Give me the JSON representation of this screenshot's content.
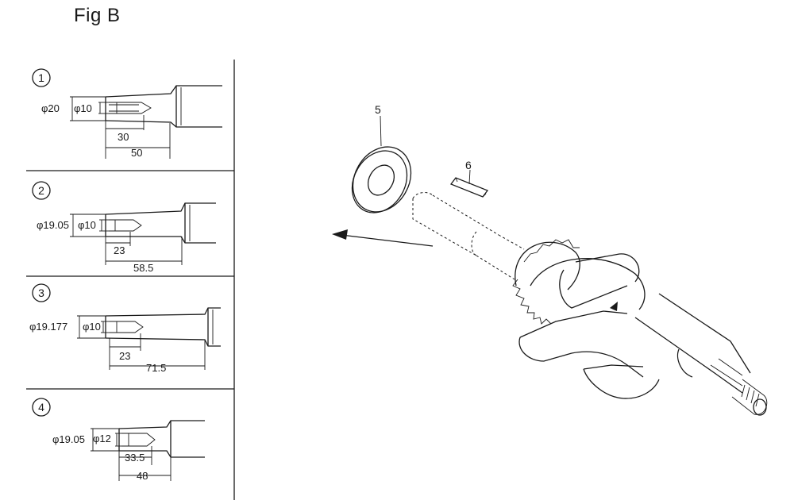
{
  "figure": {
    "title": "Fig B"
  },
  "variants": [
    {
      "index": "1",
      "outer_dia": "φ20",
      "inner_dia": "φ10",
      "dim_short": "30",
      "dim_long": "50"
    },
    {
      "index": "2",
      "outer_dia": "φ19.05",
      "inner_dia": "φ10",
      "dim_short": "23",
      "dim_long": "58.5"
    },
    {
      "index": "3",
      "outer_dia": "φ19.177",
      "inner_dia": "φ10",
      "dim_short": "23",
      "dim_long": "71.5"
    },
    {
      "index": "4",
      "outer_dia": "φ19.05",
      "inner_dia": "φ12",
      "dim_short": "33.5",
      "dim_long": "48"
    }
  ],
  "callouts": {
    "washer": "5",
    "key": "6"
  }
}
